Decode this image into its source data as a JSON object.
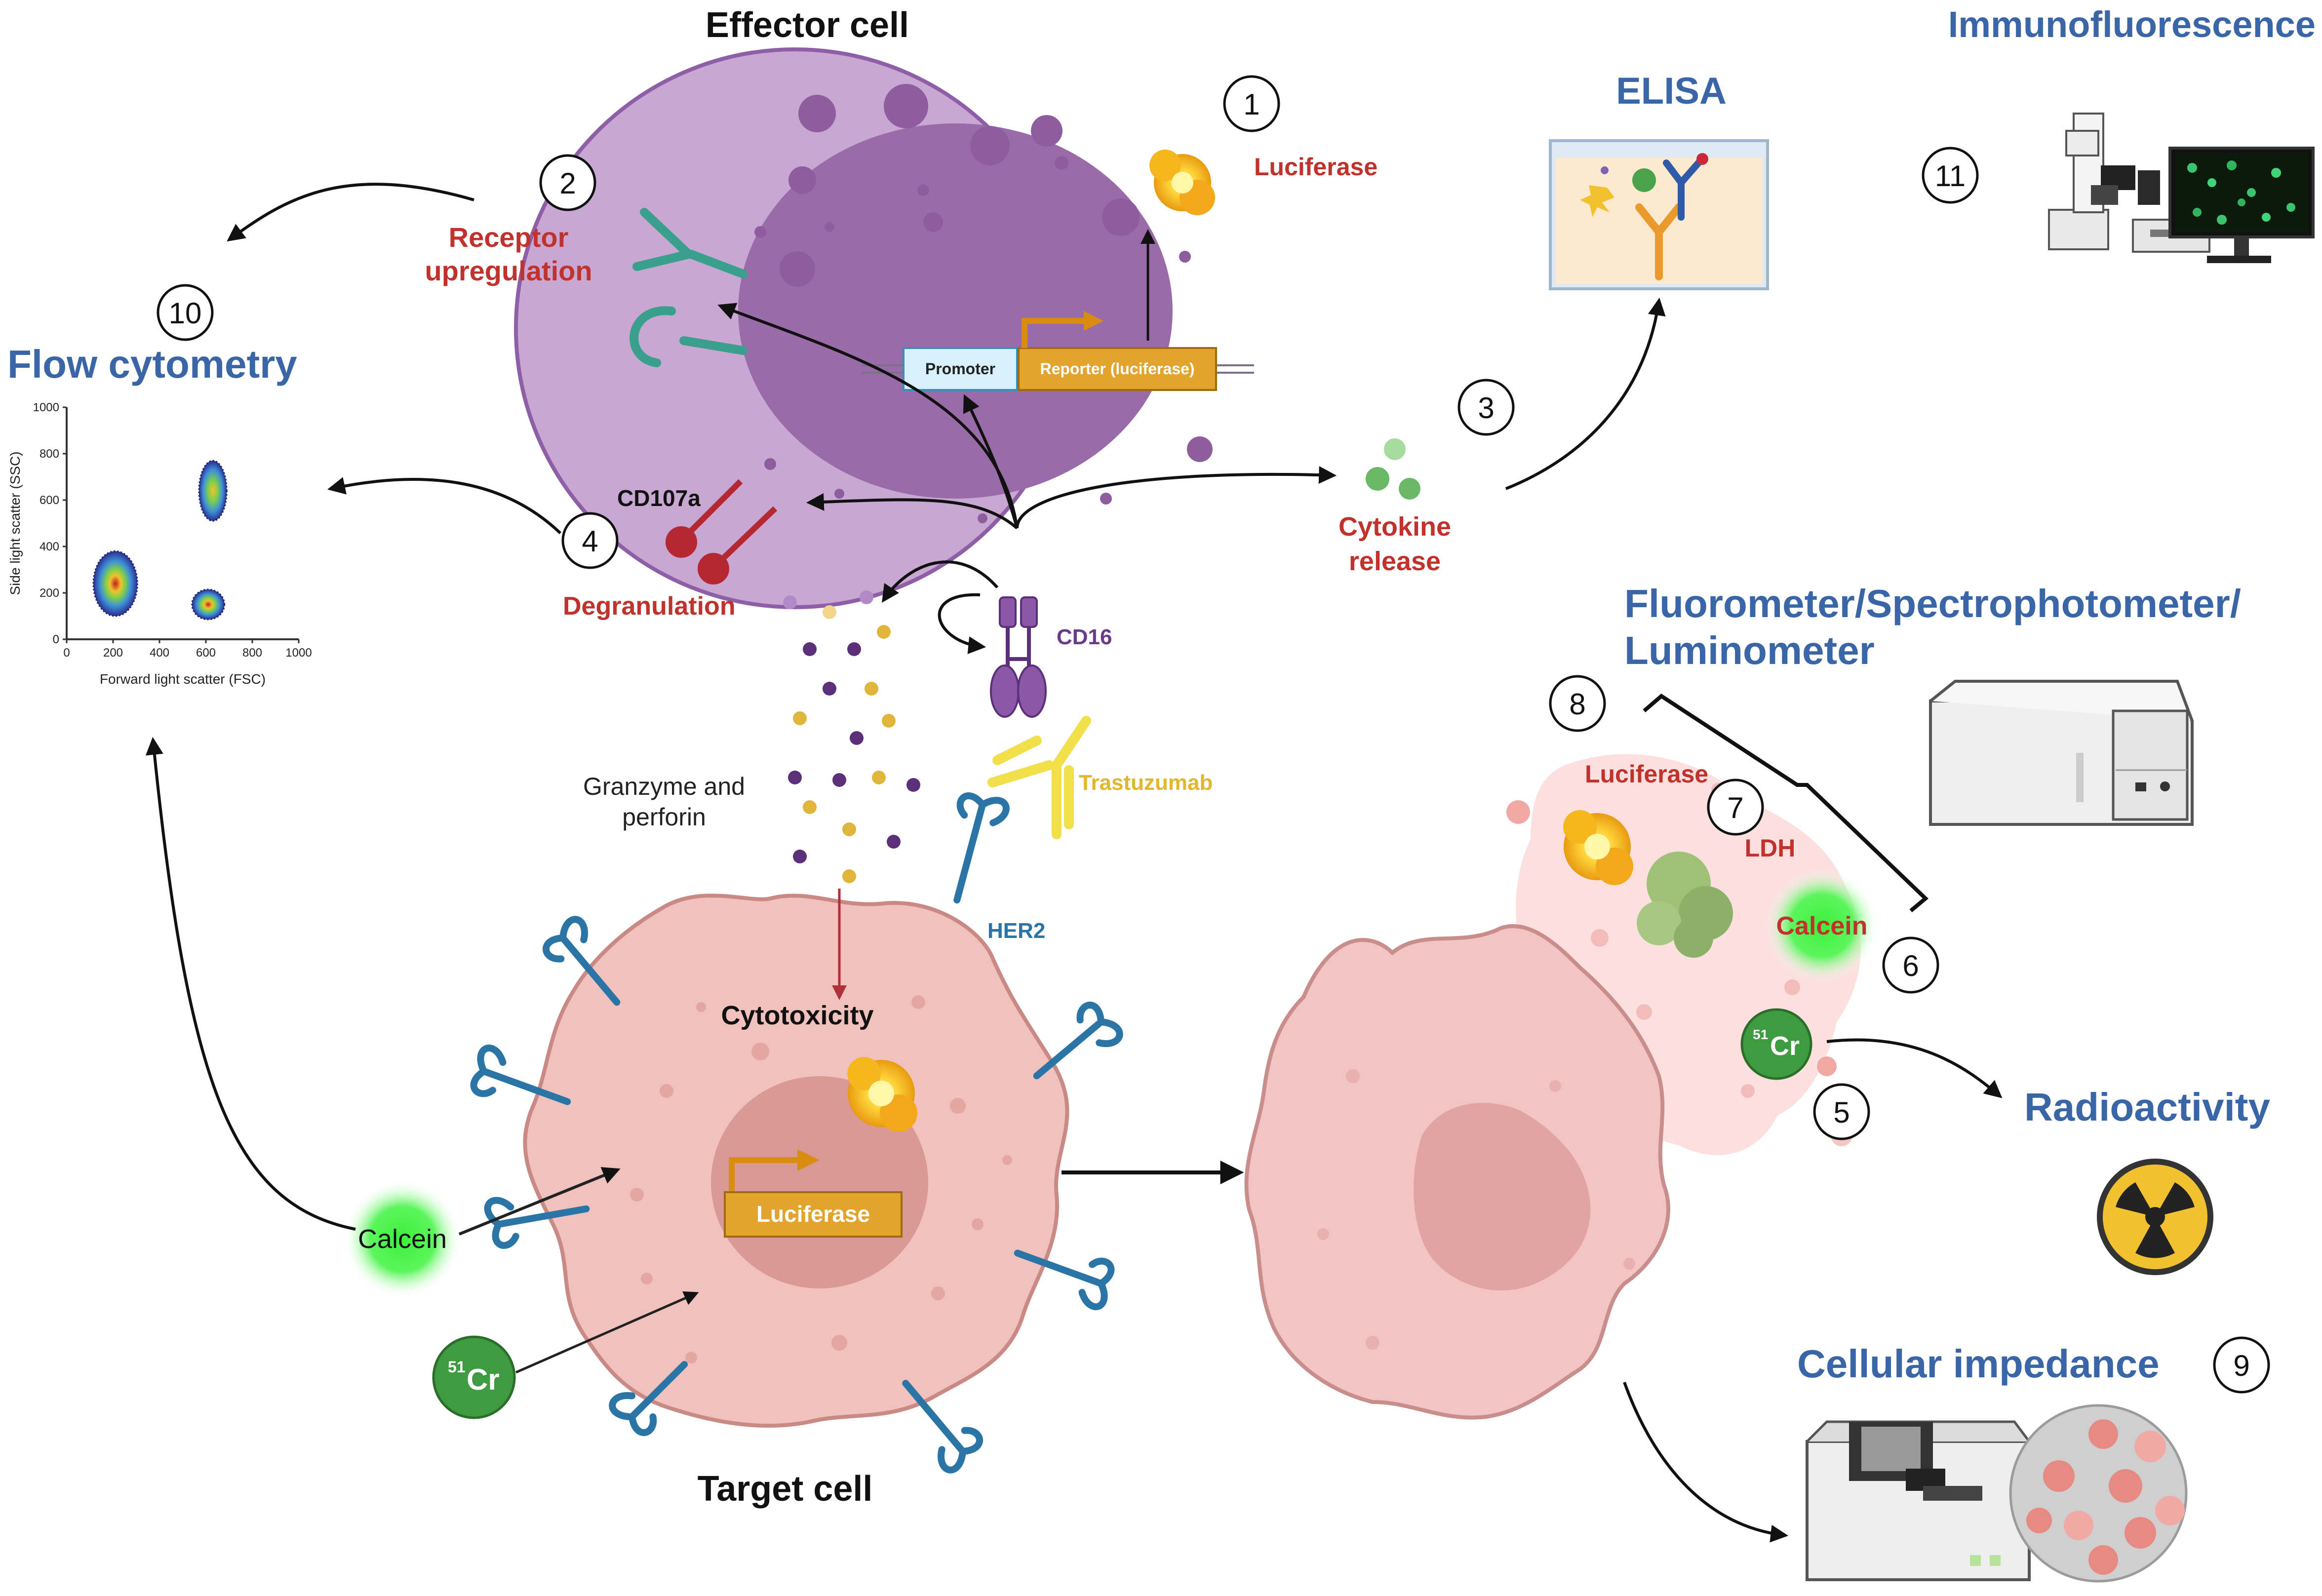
{
  "titles": {
    "effector_cell": "Effector cell",
    "target_cell": "Target cell",
    "immunofluorescence": "Immunofluorescence",
    "elisa": "ELISA",
    "flow_cytometry": "Flow cytometry",
    "fluorometer_line1": "Fluorometer/Spectrophotometer/",
    "fluorometer_line2": "Luminometer",
    "radioactivity": "Radioactivity",
    "cellular_impedance": "Cellular impedance"
  },
  "labels": {
    "luciferase_effector": "Luciferase",
    "receptor_line1": "Receptor",
    "receptor_line2": "upregulation",
    "promoter": "Promoter",
    "reporter": "Reporter (luciferase)",
    "cd107a": "CD107a",
    "degranulation": "Degranulation",
    "cd16": "CD16",
    "cytokine_line1": "Cytokine",
    "cytokine_line2": "release",
    "trastuzumab": "Trastuzumab",
    "granzyme_line1": "Granzyme and",
    "granzyme_line2": "perforin",
    "her2": "HER2",
    "cytotoxicity": "Cytotoxicity",
    "luciferase_target": "Luciferase",
    "calcein_left": "Calcein",
    "cr51_left_sup": "51",
    "cr51_left": "Cr",
    "luciferase_lysed": "Luciferase",
    "ldh": "LDH",
    "calcein_right": "Calcein",
    "cr51_right_sup": "51",
    "cr51_right": "Cr"
  },
  "numbers": [
    "1",
    "2",
    "3",
    "4",
    "5",
    "6",
    "7",
    "8",
    "9",
    "10",
    "11"
  ],
  "colors": {
    "title_blue": "#3a66a7",
    "label_red": "#c0322b",
    "effector_purple": "#c9a7d3",
    "target_pink": "#f1c2bd",
    "calcein_green": "#3cf03c",
    "cr51_green": "#3f9b3f",
    "luciferase_gold": "#f2b820"
  },
  "chart_data": {
    "type": "scatter",
    "xlabel": "Forward light scatter (FSC)",
    "ylabel": "Side light scatter (SSC)",
    "xlim": [
      0,
      1000
    ],
    "ylim": [
      0,
      1000
    ],
    "xticks": [
      "0",
      "200",
      "400",
      "600",
      "800",
      "1000"
    ],
    "yticks": [
      "0",
      "200",
      "400",
      "600",
      "800",
      "1000"
    ],
    "populations": [
      {
        "center": [
          210,
          240
        ],
        "spread": [
          95,
          140
        ]
      },
      {
        "center": [
          630,
          640
        ],
        "spread": [
          60,
          130
        ]
      },
      {
        "center": [
          610,
          150
        ],
        "spread": [
          70,
          65
        ]
      }
    ]
  }
}
